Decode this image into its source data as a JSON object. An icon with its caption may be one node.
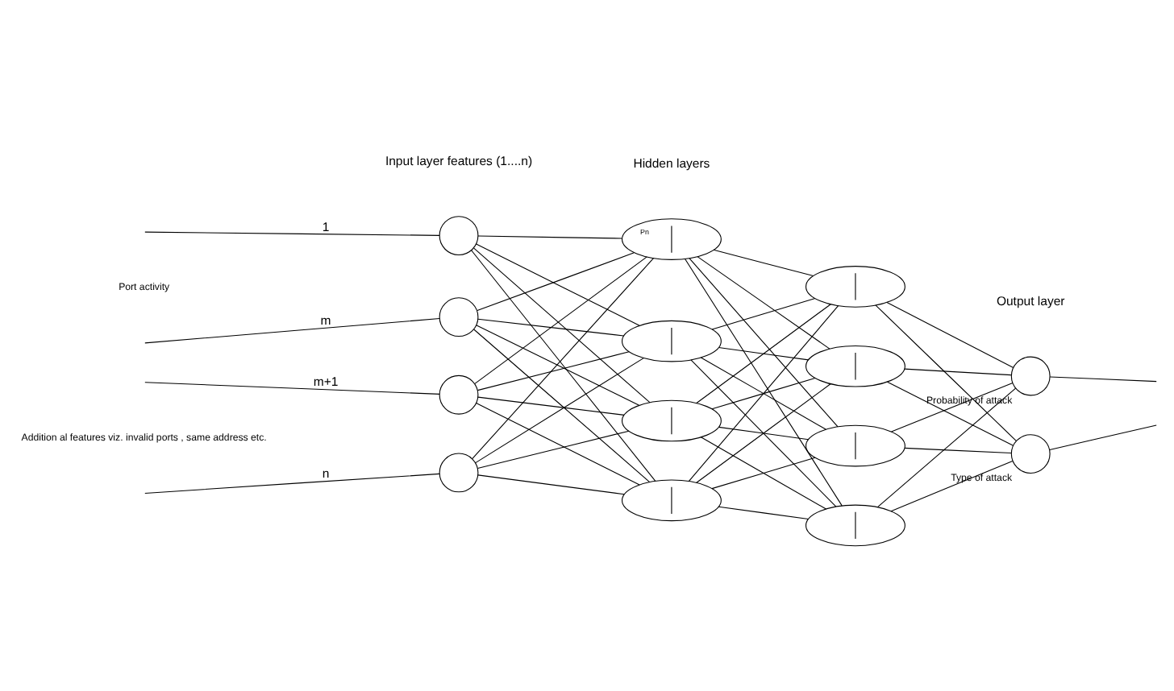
{
  "diagram": {
    "nodes": [
      {
        "text": [],
        "shape": "circle"
      },
      {
        "text": [],
        "shape": "circle"
      },
      {
        "text": [],
        "shape": "circle"
      },
      {
        "text": [],
        "shape": "circle"
      },
      {
        "text": [
          "Pn"
        ]
      },
      {
        "text": [],
        "shape": "ellipse"
      },
      {
        "text": [],
        "shape": "ellipse"
      },
      {
        "text": [],
        "shape": "ellipse"
      },
      {
        "text": [],
        "shape": "ellipse"
      },
      {
        "text": [],
        "shape": "ellipse"
      },
      {
        "text": [],
        "shape": "ellipse"
      },
      {
        "text": [],
        "shape": "ellipse"
      },
      {
        "text": [],
        "shape": "circle",
        "beside": [
          "Probability of attack"
        ]
      },
      {
        "text": [],
        "shape": "circle",
        "beside": [
          "Type of attack"
        ]
      }
    ],
    "edges": [
      {
        "from": null,
        "to": 0,
        "arrow": "none",
        "label": "1"
      },
      {
        "from": null,
        "to": 1,
        "arrow": "none",
        "label": "m"
      },
      {
        "from": null,
        "to": 2,
        "arrow": "none",
        "label": "m+1"
      },
      {
        "from": null,
        "to": 3,
        "arrow": "none",
        "label": "n"
      },
      {
        "from": 0,
        "to": 4,
        "arrow": "none"
      },
      {
        "from": 0,
        "to": 5,
        "arrow": "none"
      },
      {
        "from": 0,
        "to": 6,
        "arrow": "none"
      },
      {
        "from": 0,
        "to": 7,
        "arrow": "none"
      },
      {
        "from": 1,
        "to": 4,
        "arrow": "none"
      },
      {
        "from": 1,
        "to": 5,
        "arrow": "none"
      },
      {
        "from": 1,
        "to": 6,
        "arrow": "none"
      },
      {
        "from": 1,
        "to": 7,
        "arrow": "none"
      },
      {
        "from": 2,
        "to": 4,
        "arrow": "none"
      },
      {
        "from": 2,
        "to": 5,
        "arrow": "none"
      },
      {
        "from": 2,
        "to": 6,
        "arrow": "none"
      },
      {
        "from": 2,
        "to": 7,
        "arrow": "none"
      },
      {
        "from": 3,
        "to": 4,
        "arrow": "none"
      },
      {
        "from": 3,
        "to": 5,
        "arrow": "none"
      },
      {
        "from": 3,
        "to": 6,
        "arrow": "none"
      },
      {
        "from": 3,
        "to": 7,
        "arrow": "none"
      },
      {
        "from": 4,
        "to": 8,
        "arrow": "none"
      },
      {
        "from": 4,
        "to": 9,
        "arrow": "none"
      },
      {
        "from": 4,
        "to": 10,
        "arrow": "none"
      },
      {
        "from": 4,
        "to": 11,
        "arrow": "none"
      },
      {
        "from": 5,
        "to": 8,
        "arrow": "none"
      },
      {
        "from": 5,
        "to": 9,
        "arrow": "none"
      },
      {
        "from": 5,
        "to": 10,
        "arrow": "none"
      },
      {
        "from": 5,
        "to": 11,
        "arrow": "none"
      },
      {
        "from": 6,
        "to": 8,
        "arrow": "none"
      },
      {
        "from": 6,
        "to": 9,
        "arrow": "none"
      },
      {
        "from": 6,
        "to": 10,
        "arrow": "none"
      },
      {
        "from": 6,
        "to": 11,
        "arrow": "none"
      },
      {
        "from": 7,
        "to": 8,
        "arrow": "none"
      },
      {
        "from": 7,
        "to": 9,
        "arrow": "none"
      },
      {
        "from": 7,
        "to": 10,
        "arrow": "none"
      },
      {
        "from": 7,
        "to": 11,
        "arrow": "none"
      },
      {
        "from": 8,
        "to": 12,
        "arrow": "none"
      },
      {
        "from": 8,
        "to": 13,
        "arrow": "none"
      },
      {
        "from": 9,
        "to": 12,
        "arrow": "none"
      },
      {
        "from": 9,
        "to": 13,
        "arrow": "none"
      },
      {
        "from": 10,
        "to": 12,
        "arrow": "none"
      },
      {
        "from": 10,
        "to": 13,
        "arrow": "none"
      },
      {
        "from": 11,
        "to": 12,
        "arrow": "none"
      },
      {
        "from": 11,
        "to": 13,
        "arrow": "none"
      },
      {
        "from": 12,
        "to": null,
        "arrow": "none"
      },
      {
        "from": 13,
        "to": null,
        "arrow": "none"
      }
    ],
    "labels": [
      "Input layer features (1....n)",
      "Hidden layers",
      "Output layer",
      "Port activity",
      "Addition al features viz. invalid ports , same address etc."
    ]
  }
}
